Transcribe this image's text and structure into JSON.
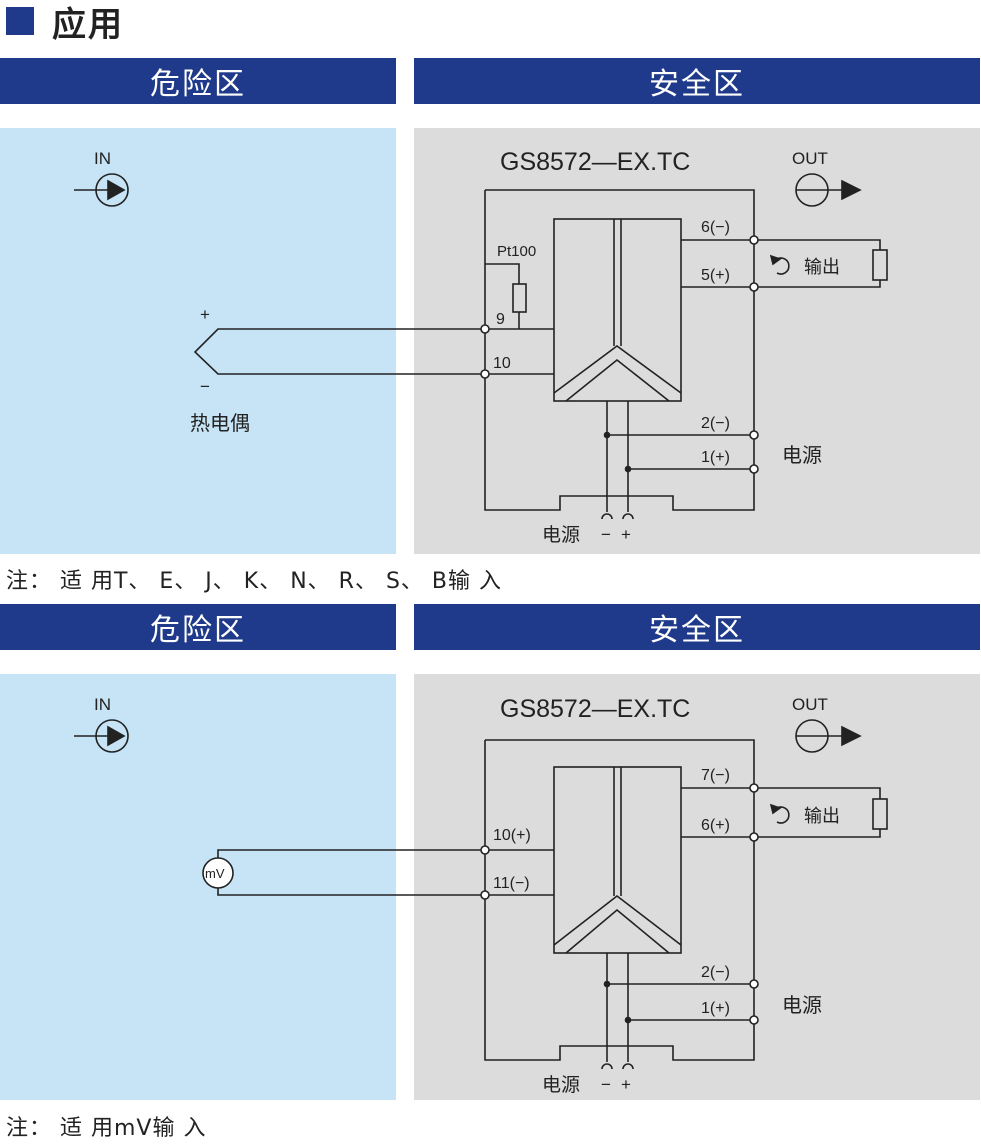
{
  "page": {
    "title": "应用"
  },
  "diagrams": [
    {
      "zone_hazard": "危险区",
      "zone_safe": "安全区",
      "model": "GS8572—EX.TC",
      "in_label": "IN",
      "out_label": "OUT",
      "sensor_label": "热电偶",
      "sensor_plus": "+",
      "sensor_minus": "−",
      "rtd_label": "Pt100",
      "term_in_a": "9",
      "term_in_b": "10",
      "term_out_neg": "6(−)",
      "term_out_pos": "5(+)",
      "output_label": "输出",
      "term_pwr_neg": "2(−)",
      "term_pwr_pos": "1(+)",
      "power_label": "电源",
      "bottom_power_label": "电源",
      "bottom_pol_minus": "−",
      "bottom_pol_plus": "+",
      "note": "注： 适 用T、 E、 J、 K、 N、 R、 S、 B输 入"
    },
    {
      "zone_hazard": "危险区",
      "zone_safe": "安全区",
      "model": "GS8572—EX.TC",
      "in_label": "IN",
      "out_label": "OUT",
      "sensor_label": "mV",
      "term_in_a": "10(+)",
      "term_in_b": "11(−)",
      "term_out_neg": "7(−)",
      "term_out_pos": "6(+)",
      "output_label": "输出",
      "term_pwr_neg": "2(−)",
      "term_pwr_pos": "1(+)",
      "power_label": "电源",
      "bottom_power_label": "电源",
      "bottom_pol_minus": "−",
      "bottom_pol_plus": "+",
      "note": "注： 适 用mV输 入"
    }
  ]
}
